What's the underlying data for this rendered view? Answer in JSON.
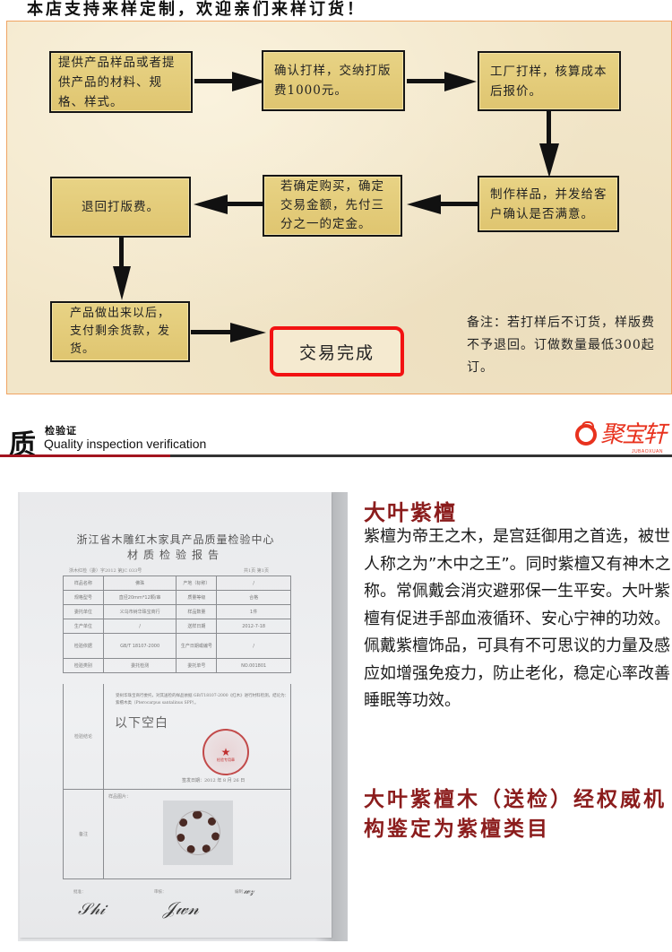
{
  "banner": {
    "text": "本店支持来样定制，欢迎亲们来样订货！"
  },
  "flow": {
    "steps": [
      {
        "id": 1,
        "text": "提供产品样品或者提供产品的材料、规格、样式。"
      },
      {
        "id": 2,
        "text": "确认打样，交纳打版费1000元。"
      },
      {
        "id": 3,
        "text": "工厂打样，核算成本后报价。"
      },
      {
        "id": 4,
        "text": "制作样品，并发给客户确认是否满意。"
      },
      {
        "id": 5,
        "text": "若确定购买，确定交易金额，先付三分之一的定金。"
      },
      {
        "id": 6,
        "text": "退回打版费。"
      },
      {
        "id": 7,
        "text": "产品做出来以后，支付剩余货款，发货。"
      }
    ],
    "final": "交易完成",
    "note": "备注：若打样后不订货，样版费不予退回。订做数量最低300起订。",
    "colors": {
      "panel_bg": "#f2e6c9",
      "panel_border": "#f0a463",
      "box_fill": "#e4cd7a",
      "final_border": "#f21212"
    }
  },
  "section_header": {
    "big_char": "质",
    "title_cn": "检验证",
    "title_en": "Quality inspection verification",
    "brand_name": "聚宝轩",
    "brand_sub": "JUBAOXUAN",
    "colors": {
      "accent_red": "#a3141f",
      "line_dark": "#333333",
      "brand_red": "#e8321e"
    }
  },
  "certificate": {
    "org": "浙江省木雕红木家具产品质量检验中心",
    "report_title": "材质检验报告",
    "ref_no": "浙木红检（委）字2012 第JC 033号",
    "page_info": "共1页 第1页",
    "rows": [
      [
        "样品名称",
        "佛珠",
        "产地（标称）",
        "/"
      ],
      [
        "规格型号",
        "直径20mm*12颗/串",
        "质量等级",
        "合格"
      ],
      [
        "委托单位",
        "义乌市树华珠宝商行",
        "样品数量",
        "1件"
      ],
      [
        "生产单位",
        "/",
        "送样日期",
        "2012-7-18"
      ],
      [
        "检验依据",
        "GB/T 18107-2000",
        "生产日期或编号",
        "/"
      ],
      [
        "检验类别",
        "委托检测",
        "委托单号",
        "NO.001801"
      ]
    ],
    "conclusion_label": "检验结论",
    "conclusion_text": "受树华珠宝商行委托，对其送检的样品依据 GB/T18107-2000《红木》进行材料检测，结论为：紫檀木类（Pterocarpus santalinus SPP）。",
    "blank_note": "以下空白",
    "seal_label": "检验专用章",
    "sign_date": "签发日期：2012 年 8 月 26 日",
    "remark_label": "备注",
    "sample_label": "样品图片：",
    "sign_labels": {
      "approve": "批准：",
      "review": "审核：",
      "compile": "编制："
    }
  },
  "product": {
    "title": "大叶紫檀",
    "description": "紫檀为帝王之木，是宫廷御用之首选，被世人称之为”木中之王”。同时紫檀又有神木之称。常佩戴会消灾避邪保一生平安。大叶紫檀有促进手部血液循环、安心宁神的功效。佩戴紫檀饰品，可具有不可思议的力量及感应如增强免疫力，防止老化，稳定心率改善睡眠等功效。",
    "certification": "大叶紫檀木（送检）经权威机构鉴定为紫檀类目",
    "colors": {
      "title": "#8b1c1c"
    }
  }
}
